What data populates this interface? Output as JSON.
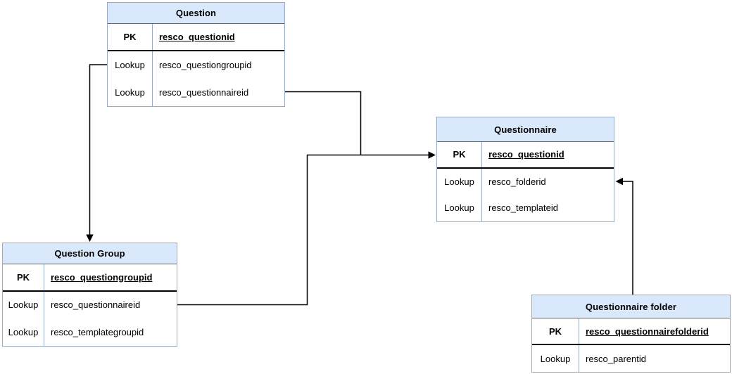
{
  "entities": [
    {
      "title": "Question",
      "rows": [
        {
          "key": "PK",
          "field": "resco_questionid"
        },
        {
          "key": "Lookup",
          "field": "resco_questiongroupid"
        },
        {
          "key": "Lookup",
          "field": "resco_questionnaireid"
        }
      ]
    },
    {
      "title": "Questionnaire",
      "rows": [
        {
          "key": "PK",
          "field": "resco_questionid"
        },
        {
          "key": "Lookup",
          "field": "resco_folderid"
        },
        {
          "key": "Lookup",
          "field": "resco_templateid"
        }
      ]
    },
    {
      "title": "Question Group",
      "rows": [
        {
          "key": "PK",
          "field": "resco_questiongroupid"
        },
        {
          "key": "Lookup",
          "field": "resco_questionnaireid"
        },
        {
          "key": "Lookup",
          "field": "resco_templategroupid"
        }
      ]
    },
    {
      "title": "Questionnaire folder",
      "rows": [
        {
          "key": "PK",
          "field": "resco_questionnairefolderid"
        },
        {
          "key": "Lookup",
          "field": "resco_parentid"
        }
      ]
    }
  ],
  "relationships": [
    {
      "from": "Question.resco_questiongroupid",
      "to": "Question Group"
    },
    {
      "from": "Question.resco_questionnaireid",
      "to": "Questionnaire.resco_questionid"
    },
    {
      "from": "Question Group.resco_questionnaireid",
      "to": "Questionnaire.resco_questionid"
    },
    {
      "from": "Questionnaire folder",
      "to": "Questionnaire.resco_folderid"
    }
  ],
  "colors": {
    "header_fill": "#dae8fc",
    "table_border": "#96abc7",
    "header_divider": "#666666",
    "pk_divider": "#000000",
    "connector": "#000000",
    "background": "#ffffff"
  }
}
